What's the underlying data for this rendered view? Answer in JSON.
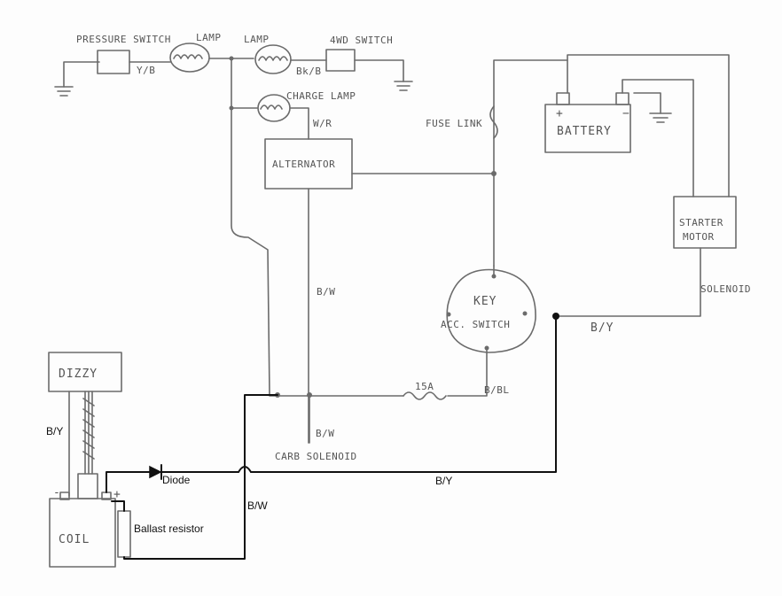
{
  "labels": {
    "pressure_switch": "PRESSURE SWITCH",
    "lamp1": "LAMP",
    "lamp2": "LAMP",
    "switch_4wd": "4WD SWITCH",
    "charge_lamp": "CHARGE LAMP",
    "alternator": "ALTERNATOR",
    "fuse_link": "FUSE LINK",
    "battery": "BATTERY",
    "battery_plus": "+",
    "battery_minus": "−",
    "starter_motor_1": "STARTER",
    "starter_motor_2": "MOTOR",
    "solenoid": "SOLENOID",
    "key": "KEY",
    "acc_switch": "ACC. SWITCH",
    "fuse_15a": "15A",
    "dizzy": "DIZZY",
    "coil": "COIL",
    "carb_solenoid": "CARB SOLENOID",
    "coil_minus": "-",
    "coil_plus": "+"
  },
  "wires": {
    "y_b": "Y/B",
    "bk_b": "Bk/B",
    "w_r": "W/R",
    "b_w_1": "B/W",
    "b_w_2": "B/W",
    "b_y_solenoid": "B/Y",
    "b_bl": "B/BL"
  },
  "typed_labels": {
    "diode": "Diode",
    "ballast_resistor": "Ballast resistor",
    "b_y_left": "B/Y",
    "b_w": "B/W",
    "b_y_bottom": "B/Y"
  },
  "colors": {
    "pencil": "#6b6b6b",
    "marker": "#111111"
  }
}
